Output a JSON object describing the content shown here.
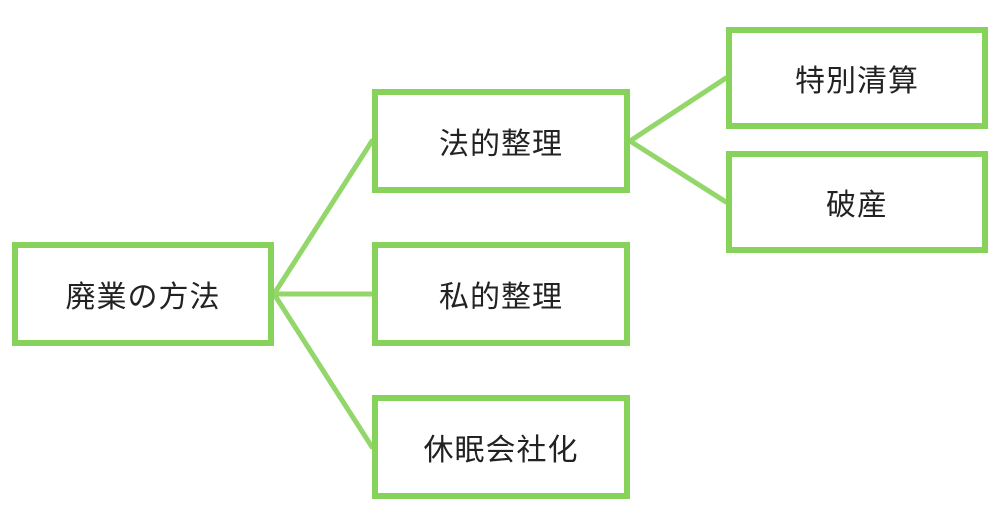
{
  "diagram": {
    "root": "廃業の方法",
    "branches": {
      "legal": "法的整理",
      "private": "私的整理",
      "dormant": "休眠会社化"
    },
    "legal_children": {
      "special_liquidation": "特別清算",
      "bankruptcy": "破産"
    },
    "colors": {
      "border": "#86d25a",
      "connector": "#93d66a",
      "text": "#222222"
    }
  }
}
